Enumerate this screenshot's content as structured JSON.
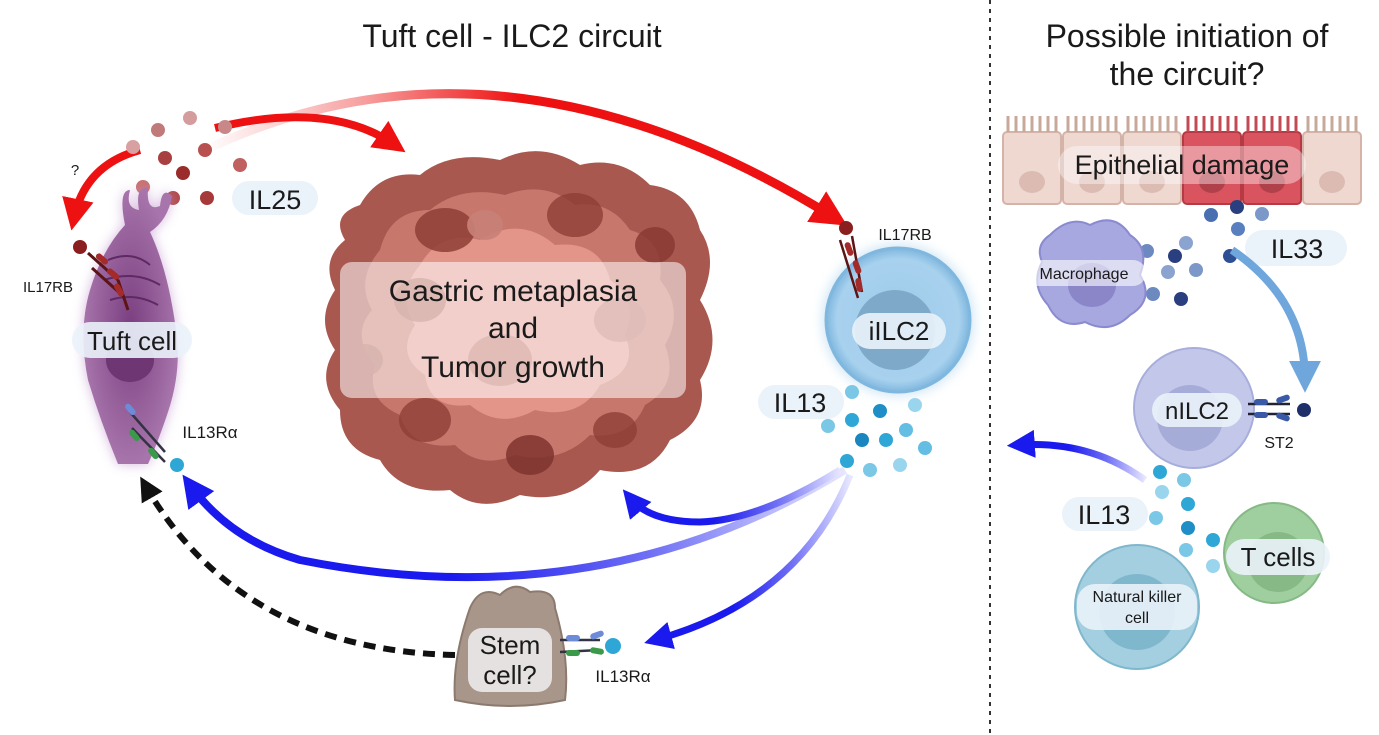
{
  "titles": {
    "left": "Tuft cell - ILC2 circuit",
    "right_line1": "Possible initiation of",
    "right_line2": "the circuit?"
  },
  "labels": {
    "question": "?",
    "il25": "IL25",
    "il17rb_left": "IL17RB",
    "il17rb_right": "IL17RB",
    "tuft_cell": "Tuft cell",
    "il13ra_left": "IL13Rα",
    "il13ra_stem": "IL13Rα",
    "tumor_line1": "Gastric metaplasia",
    "tumor_line2": "and",
    "tumor_line3": "Tumor growth",
    "ilc2": "iILC2",
    "il13_left": "IL13",
    "stem_line1": "Stem",
    "stem_line2": "cell?",
    "epithelial": "Epithelial damage",
    "macrophage": "Macrophage",
    "il33": "IL33",
    "nilc2": "nILC2",
    "st2": "ST2",
    "il13_right": "IL13",
    "t_cells": "T cells",
    "nk_line1": "Natural killer",
    "nk_line2": "cell"
  },
  "colors": {
    "red_arrow": "#ee1111",
    "blue_arrow": "#1a1aee",
    "light_blue_arrow": "#6fa6dc",
    "tuft": "#9b5a9e",
    "tumor": "#b7675d",
    "ilc2": "#8fc3e6",
    "il25_dot": "#a83a3a",
    "il13_dot": "#2fa7d6",
    "il33_dot": "#2f4f95"
  }
}
